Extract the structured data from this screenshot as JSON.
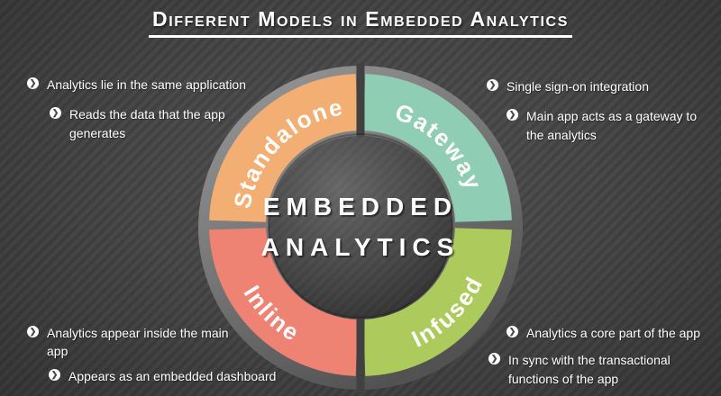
{
  "title": "Different Models in Embedded Analytics",
  "center": {
    "line1": "EMBEDDED",
    "line2": "ANALYTICS"
  },
  "icons": {
    "bullet": "❯"
  },
  "colors": {
    "background": "#454545",
    "standalone": "#F3AE74",
    "gateway": "#8FCDB5",
    "inline": "#EF8373",
    "infused": "#ADCA5C",
    "ring_shadow": "#777777",
    "text": "#FFFFFF"
  },
  "segments": [
    {
      "label": "Standalone",
      "color": "#F3AE74"
    },
    {
      "label": "Gateway",
      "color": "#8FCDB5"
    },
    {
      "label": "Inline",
      "color": "#EF8373"
    },
    {
      "label": "Infused",
      "color": "#ADCA5C"
    }
  ],
  "notes": {
    "standalone": [
      "Analytics lie in the same application",
      "Reads the data that the app\ngenerates"
    ],
    "gateway": [
      "Single sign-on integration",
      "Main app acts as a gateway to\nthe analytics"
    ],
    "inline": [
      "Analytics appear inside the main\napp",
      "Appears as an embedded dashboard"
    ],
    "infused": [
      "Analytics a core part of the app",
      "In sync with the transactional\nfunctions of the app"
    ]
  }
}
